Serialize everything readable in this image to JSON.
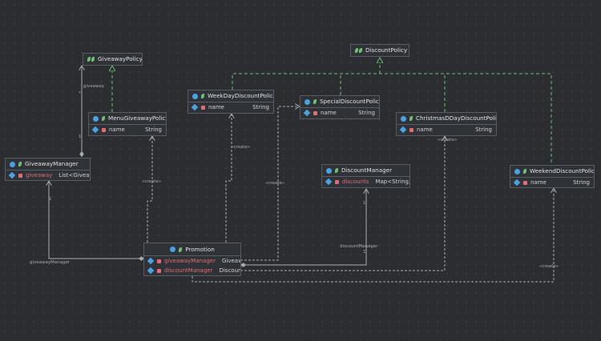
{
  "colors": {
    "background": "#2b2d30",
    "node_bg": "#2f3237",
    "node_border": "#575b63",
    "field_red": "#e06c75",
    "interface_green": "#6fbf73",
    "class_blue": "#4aa3df",
    "line": "#a7abb1"
  },
  "nodes": {
    "giveaway_policy": {
      "title": "GiveawayPolicy",
      "icon": "interface-icon"
    },
    "discount_policy": {
      "title": "DiscountPolicy",
      "icon": "interface-icon"
    },
    "weekday_discount_policy": {
      "title": "WeekDayDiscountPolicy",
      "field_name": "name",
      "field_type": "String"
    },
    "special_discount_policy": {
      "title": "SpecialDiscountPolicy",
      "field_name": "name",
      "field_type": "String"
    },
    "menu_giveaway_policy": {
      "title": "MenuGiveawayPolicy",
      "field_name": "name",
      "field_type": "String"
    },
    "christmas_dday_discount_policy": {
      "title": "ChristmasDDayDiscountPolicy",
      "field_name": "name",
      "field_type": "String"
    },
    "giveaway_manager": {
      "title": "GiveawayManager",
      "field_name": "giveaway",
      "field_type": "List<GiveawayPolicy>"
    },
    "discount_manager": {
      "title": "DiscountManager",
      "field_name": "discounts",
      "field_type": "Map<String, Integer>"
    },
    "weekend_discount_policy": {
      "title": "WeekendDiscountPolicy",
      "field_name": "name",
      "field_type": "String"
    },
    "promotion": {
      "title": "Promotion",
      "fields": [
        {
          "name": "giveawayManager",
          "type": "GiveawayManager"
        },
        {
          "name": "discountManager",
          "type": "DiscountManager"
        }
      ]
    }
  },
  "labels": {
    "giveaway_role": "giveaway",
    "giveaway_star": "*",
    "giveaway_one": "1",
    "create_weekday": "«create»",
    "create_menu": "«create»",
    "create_special": "«create»",
    "create_christmas": "«create»",
    "create_weekend": "«create»",
    "giveaway_manager_role": "giveawayManager",
    "giveaway_manager_one": "1",
    "discount_manager_role": "discountManager",
    "discount_manager_one_top": "1",
    "discount_manager_one_bottom": "1"
  }
}
